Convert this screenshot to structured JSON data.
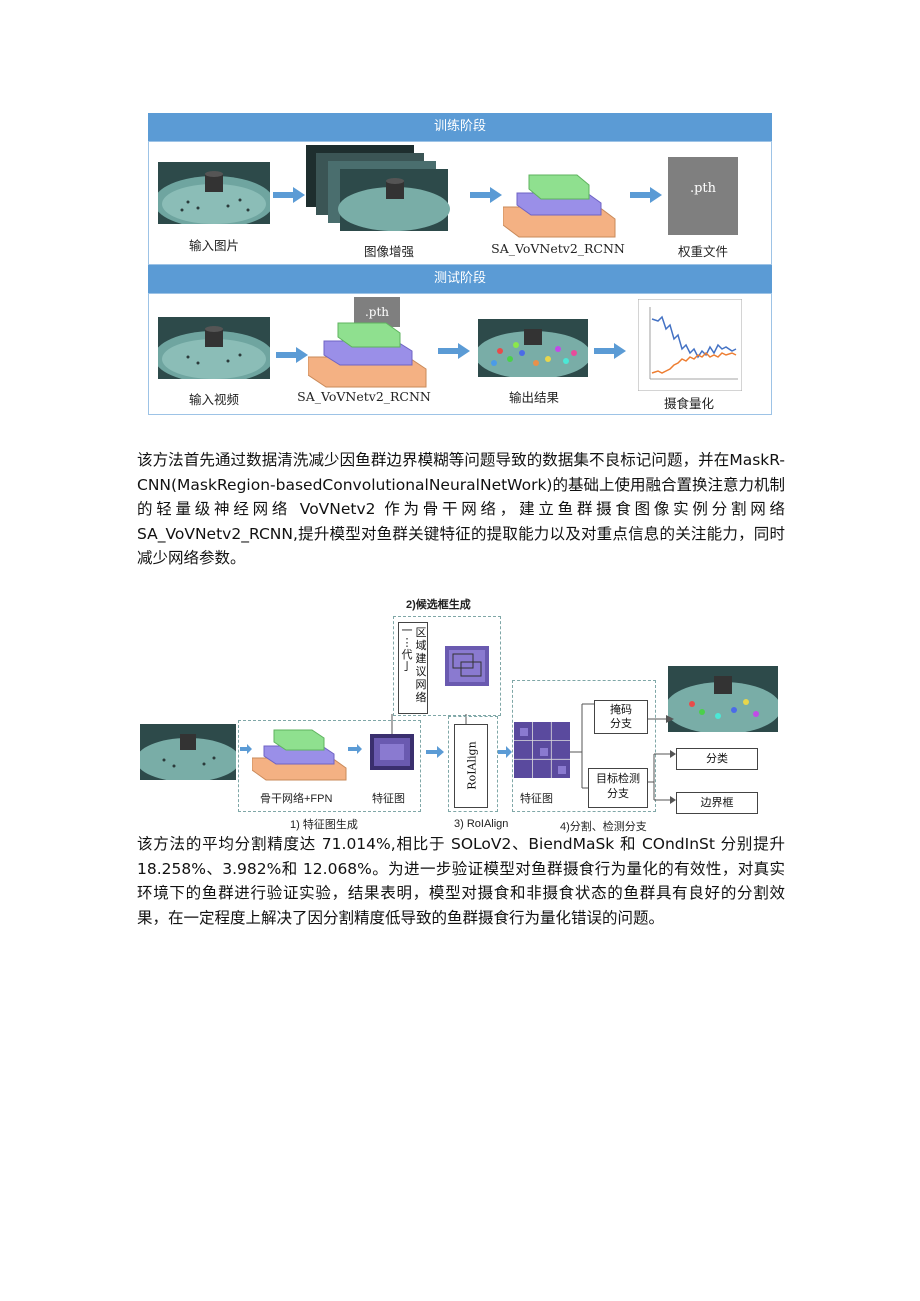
{
  "figure1": {
    "training_header": "训练阶段",
    "testing_header": "测试阶段",
    "training": {
      "input_caption": "输入图片",
      "augment_caption": "图像增强",
      "model_caption": "SA_VoVNetv2_RCNN",
      "weights_caption": "权重文件",
      "weights_file_label": ".pth"
    },
    "testing": {
      "input_caption": "输入视频",
      "model_caption": "SA_VoVNetv2_RCNN",
      "model_file_label": ".pth",
      "output_caption": "输出结果",
      "quant_caption": "摄食量化"
    }
  },
  "paragraph1": "该方法首先通过数据清洗减少因鱼群边界模糊等问题导致的数据集不良标记问题，并在MaskR-CNN(MaskRegion-basedConvolutionalNeuralNetWork)的基础上使用融合置换注意力机制的轻量级神经网络 VoVNetv2 作为骨干网络，建立鱼群摄食图像实例分割网络 SA_VoVNetv2_RCNN,提升模型对鱼群关键特征的提取能力以及对重点信息的关注能力，同时减少网络参数。",
  "figure2": {
    "stage2_title": "2)候选框生成",
    "rpn_label": "区域建议网络",
    "rpn_marks": "一⋮代亅",
    "backbone_caption": "骨干网络+FPN",
    "feature_map_caption": "特征图",
    "stage1_caption": "1) 特征图生成",
    "roialign_label": "RoIAlign",
    "stage3_caption": "3) RoIAlign",
    "feature_map2_caption": "特征图",
    "stage4_caption": "4)分割、检测分支",
    "mask_branch": "掩码分支",
    "det_branch": "目标检测分支",
    "classify": "分类",
    "bbox": "边界框"
  },
  "paragraph2": "该方法的平均分割精度达 71.014%,相比于 SOLoV2、BiendMaSk 和 COndInSt 分别提升 18.258%、3.982%和 12.068%。为进一步验证模型对鱼群摄食行为量化的有效性，对真实环境下的鱼群进行验证实验，结果表明，模型对摄食和非摄食状态的鱼群具有良好的分割效果，在一定程度上解决了因分割精度低导致的鱼群摄食行为量化错误的问题。",
  "colors": {
    "stage_bar": "#5b9bd5",
    "arrow": "#5b9bd5",
    "layer_top": "#8fe08f",
    "layer_mid": "#9a8fe8",
    "layer_bottom": "#f4b183",
    "orange_series": "#ed7d31",
    "blue_series": "#4472c4"
  }
}
